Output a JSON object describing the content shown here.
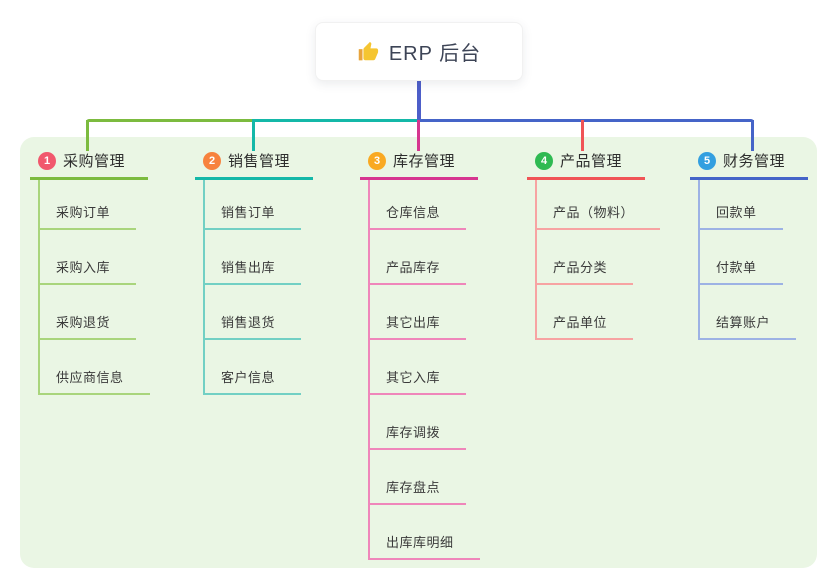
{
  "root": {
    "label": "ERP 后台",
    "icon": "thumbs-up-icon"
  },
  "branches": [
    {
      "index": "1",
      "title": "采购管理",
      "badge_color": "#f1586d",
      "line_color": "#7cbb3f",
      "child_line_color": "#a9d57c",
      "children": [
        "采购订单",
        "采购入库",
        "采购退货",
        "供应商信息"
      ]
    },
    {
      "index": "2",
      "title": "销售管理",
      "badge_color": "#f7823d",
      "line_color": "#14b8a8",
      "child_line_color": "#72d0c4",
      "children": [
        "销售订单",
        "销售出库",
        "销售退货",
        "客户信息"
      ]
    },
    {
      "index": "3",
      "title": "库存管理",
      "badge_color": "#f9a922",
      "line_color": "#d6368f",
      "child_line_color": "#ef86ba",
      "children": [
        "仓库信息",
        "产品库存",
        "其它出库",
        "其它入库",
        "库存调拨",
        "库存盘点",
        "出库库明细"
      ]
    },
    {
      "index": "4",
      "title": "产品管理",
      "badge_color": "#2fba52",
      "line_color": "#f05456",
      "child_line_color": "#f7a3a2",
      "children": [
        "产品（物料）",
        "产品分类",
        "产品单位"
      ]
    },
    {
      "index": "5",
      "title": "财务管理",
      "badge_color": "#339fe0",
      "line_color": "#4564c8",
      "child_line_color": "#9db2e4",
      "children": [
        "回款单",
        "付款单",
        "结算账户"
      ]
    }
  ],
  "colors": {
    "root_connector": "#4d5ec9",
    "panel_background": "#eaf6e4",
    "root_text": "#3d4456"
  }
}
